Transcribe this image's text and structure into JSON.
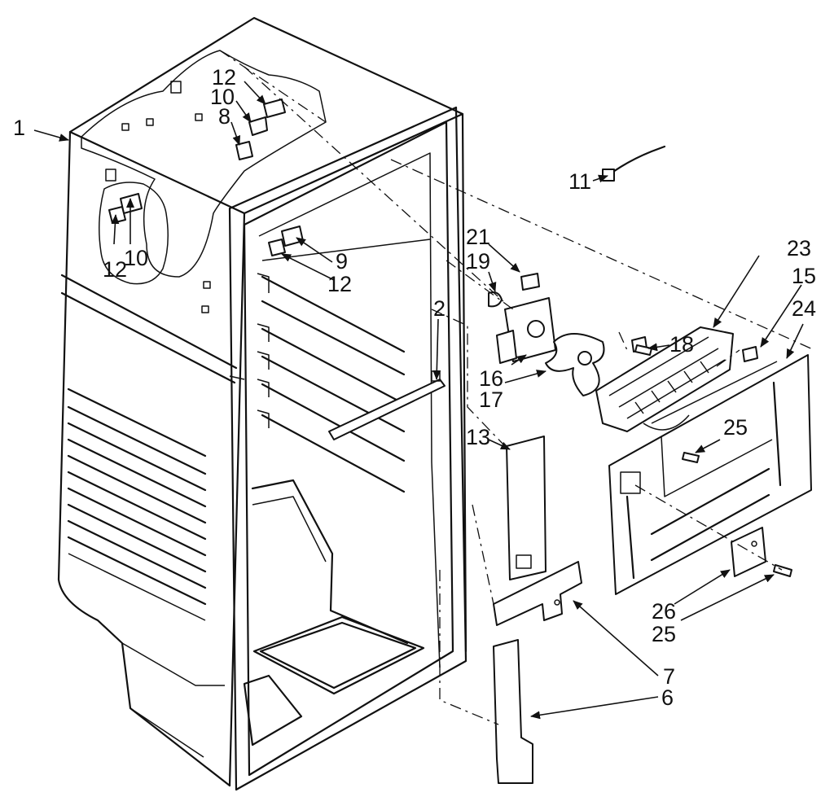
{
  "callouts": [
    {
      "id": "c1",
      "text": "1"
    },
    {
      "id": "c2",
      "text": "2"
    },
    {
      "id": "c6",
      "text": "6"
    },
    {
      "id": "c7",
      "text": "7"
    },
    {
      "id": "c8",
      "text": "8"
    },
    {
      "id": "c9",
      "text": "9"
    },
    {
      "id": "c10a",
      "text": "10"
    },
    {
      "id": "c10b",
      "text": "10"
    },
    {
      "id": "c11",
      "text": "11"
    },
    {
      "id": "c12a",
      "text": "12"
    },
    {
      "id": "c12b",
      "text": "12"
    },
    {
      "id": "c12c",
      "text": "12"
    },
    {
      "id": "c13",
      "text": "13"
    },
    {
      "id": "c15",
      "text": "15"
    },
    {
      "id": "c16",
      "text": "16"
    },
    {
      "id": "c17",
      "text": "17"
    },
    {
      "id": "c18",
      "text": "18"
    },
    {
      "id": "c19",
      "text": "19"
    },
    {
      "id": "c21",
      "text": "21"
    },
    {
      "id": "c23",
      "text": "23"
    },
    {
      "id": "c24",
      "text": "24"
    },
    {
      "id": "c25a",
      "text": "25"
    },
    {
      "id": "c25b",
      "text": "25"
    },
    {
      "id": "c26",
      "text": "26"
    }
  ]
}
